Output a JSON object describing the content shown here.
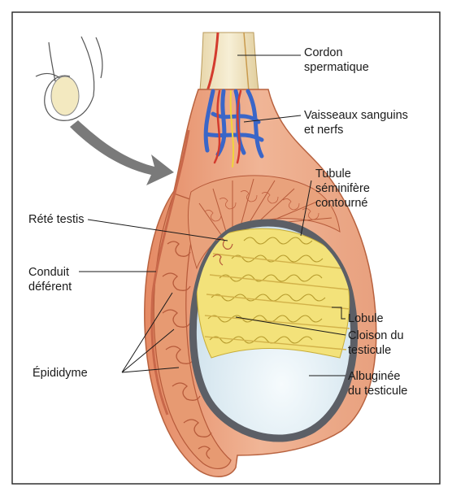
{
  "labels": {
    "cordon": [
      "Cordon",
      "spermatique"
    ],
    "vaisseaux": [
      "Vaisseaux sanguins",
      "et nerfs"
    ],
    "tubule": [
      "Tubule",
      "séminifère",
      "contourné"
    ],
    "rete": [
      "Rété testis"
    ],
    "conduit": [
      "Conduit",
      "déférent"
    ],
    "lobule": [
      "Lobule"
    ],
    "cloison": [
      "Cloison du",
      "testicule"
    ],
    "epididyme": [
      "Épididyme"
    ],
    "albuginee": [
      "Albuginée",
      "du testicule"
    ]
  },
  "colors": {
    "border": "#222222",
    "tissue": "#e9a27c",
    "tissue_dark": "#c9684a",
    "tubule_yellow": "#f3e27a",
    "tubule_yellow_dark": "#c8ad36",
    "albuginea": "#5c5f66",
    "testis_base": "#e9f2f6",
    "vein": "#3a66c8",
    "artery": "#d33b2e",
    "cord": "#efe3bf",
    "arrow": "#707070"
  }
}
